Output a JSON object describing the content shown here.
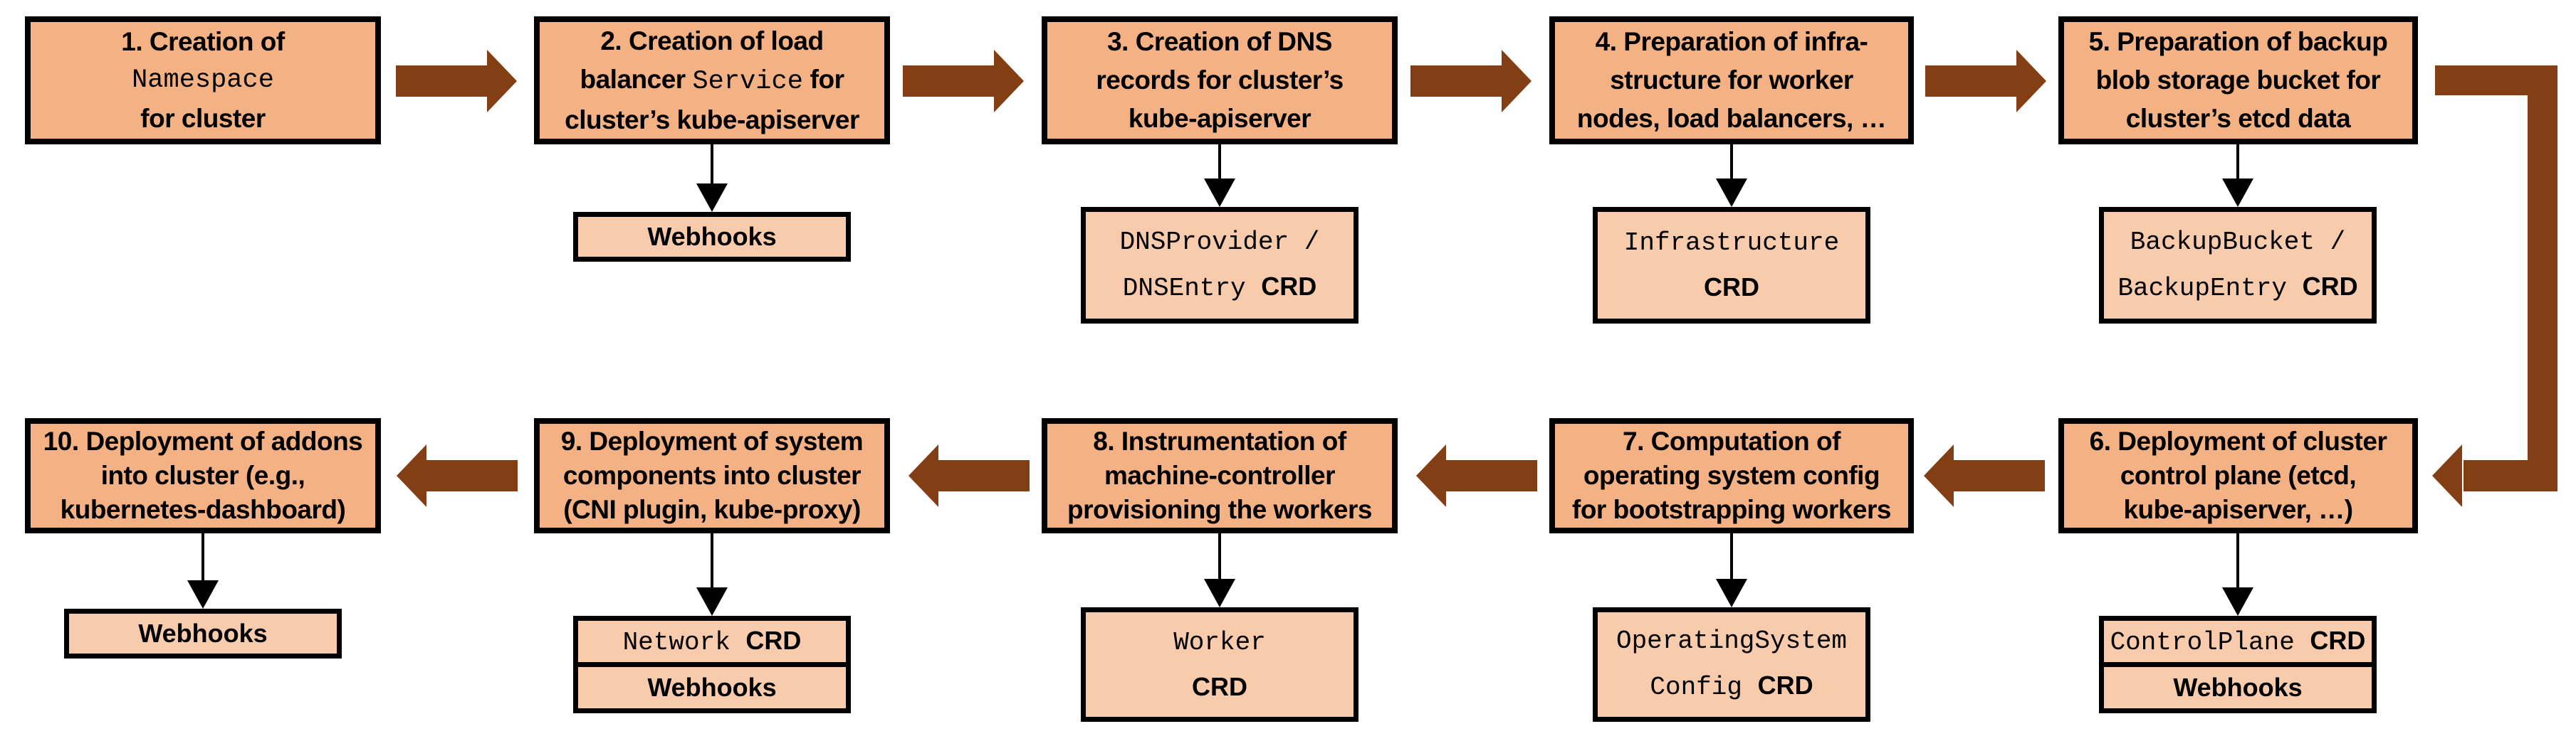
{
  "colors": {
    "step_fill": "#F4B183",
    "crd_fill": "#F8CBAD",
    "arrow": "#843E14",
    "border": "#000000"
  },
  "boxes": {
    "step1": {
      "l1": "1. Creation of",
      "l2": "Namespace",
      "l3": "for cluster"
    },
    "step2": {
      "l1": "2. Creation of load",
      "l2a": "balancer ",
      "l2b": "Service",
      "l2c": " for",
      "l3": "cluster’s kube-apiserver"
    },
    "step3": {
      "l1": "3. Creation of DNS",
      "l2": "records for cluster’s",
      "l3": "kube-apiserver"
    },
    "step4": {
      "l1": "4. Preparation of infra-",
      "l2": "structure for worker",
      "l3": "nodes, load balancers, …"
    },
    "step5": {
      "l1": "5. Preparation of backup",
      "l2": "blob storage bucket for",
      "l3": "cluster’s etcd data"
    },
    "step6": {
      "l1": "6. Deployment of cluster",
      "l2": "control plane (etcd,",
      "l3": "kube-apiserver, …)"
    },
    "step7": {
      "l1": "7. Computation of",
      "l2": "operating system config",
      "l3": "for bootstrapping workers"
    },
    "step8": {
      "l1": "8. Instrumentation of",
      "l2": "machine-controller",
      "l3": "provisioning the workers"
    },
    "step9": {
      "l1": "9. Deployment of system",
      "l2": "components into cluster",
      "l3": "(CNI plugin, kube-proxy)"
    },
    "step10": {
      "l1": "10. Deployment of addons",
      "l2": "into cluster (e.g.,",
      "l3": "kubernetes-dashboard)"
    }
  },
  "subs": {
    "crd_label": "CRD",
    "webhooks": "Webhooks",
    "dns_row1": "DNSProvider /",
    "dns_row2_code": "DNSEntry ",
    "infra_row1": "Infrastructure",
    "backup_row1": "BackupBucket /",
    "backup_row2_code": "BackupEntry ",
    "controlplane_code": "ControlPlane ",
    "os_row1": "OperatingSystem",
    "os_row2_code": "Config ",
    "worker_code": "Worker",
    "network_code": "Network "
  }
}
